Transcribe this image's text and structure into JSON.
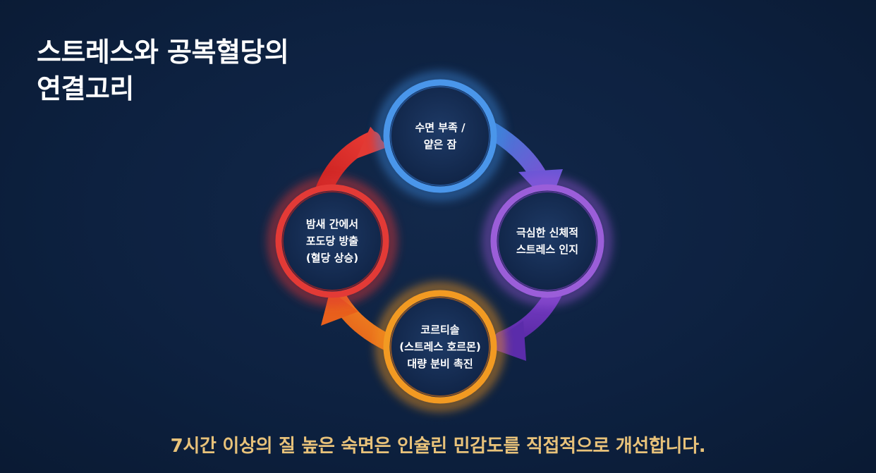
{
  "title": {
    "line1": "스트레스와 공복혈당의",
    "line2": "연결고리"
  },
  "nodes": [
    {
      "id": "sleep",
      "lines": [
        "수면 부족 /",
        "얕은 잠"
      ],
      "color": "#3d8be0"
    },
    {
      "id": "stress",
      "lines": [
        "극심한 신체적",
        "스트레스 인지"
      ],
      "color": "#9a56d8"
    },
    {
      "id": "cortisol",
      "lines": [
        "코르티솔",
        "(스트레스 호르몬)",
        "대량 분비 촉진"
      ],
      "color": "#f0941f"
    },
    {
      "id": "glucose",
      "lines": [
        "밤새 간에서",
        "포도당 방출",
        "(혈당 상승)"
      ],
      "color": "#e03434"
    }
  ],
  "caption": "7시간 이상의 질 높은 숙면은 인슐린 민감도를 직접적으로 개선합니다."
}
